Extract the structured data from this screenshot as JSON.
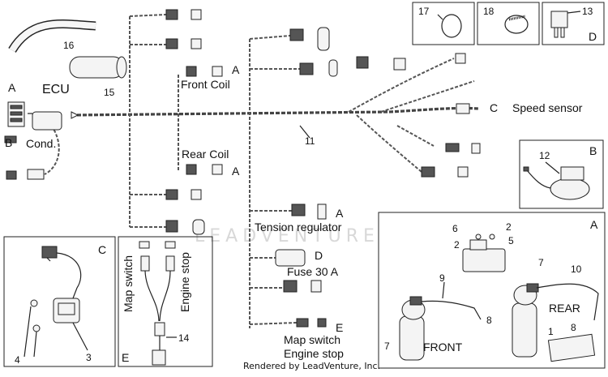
{
  "watermark": "LEADVENTURE",
  "footer": "Rendered by LeadVenture, Inc.",
  "labels": {
    "ecu": "ECU",
    "cond": "Cond.",
    "front_coil": "Front Coil",
    "rear_coil": "Rear Coil",
    "speed_sensor": "Speed sensor",
    "tension_regulator": "Tension regulator",
    "fuse": "Fuse 30 A",
    "map_switch": "Map switch",
    "engine_stop": "Engine stop",
    "front": "FRONT",
    "rear": "REAR"
  },
  "letters": {
    "a": "A",
    "b": "B",
    "c": "C",
    "d": "D",
    "e": "E"
  },
  "callouts": {
    "n1": "1",
    "n2": "2",
    "n3": "3",
    "n4": "4",
    "n5": "5",
    "n6": "6",
    "n7": "7",
    "n8": "8",
    "n9": "9",
    "n10": "10",
    "n11": "11",
    "n12": "12",
    "n13": "13",
    "n14": "14",
    "n15": "15",
    "n16": "16",
    "n17": "17",
    "n18": "18"
  }
}
